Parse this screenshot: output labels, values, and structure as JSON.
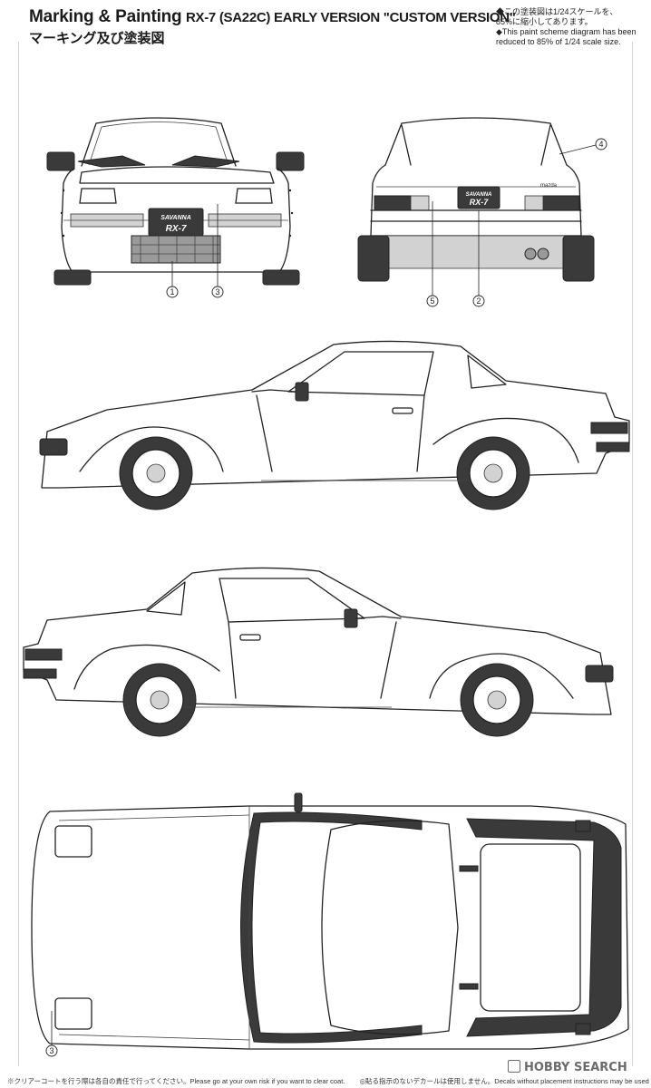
{
  "header": {
    "title_en": "Marking & Painting",
    "title_jp": "マーキング及び塗装図",
    "model_title": "RX-7 (SA22C) EARLY VERSION \"CUSTOM VERSION\""
  },
  "scale_note": {
    "jp_line1": "◆この塗装図は1/24スケールを、",
    "jp_line2": "85%に縮小してあります。",
    "en_line1": "◆This paint scheme diagram has been",
    "en_line2": "reduced to 85% of 1/24 scale size."
  },
  "plates": {
    "front_line1": "SAVANNA",
    "front_line2": "RX-7",
    "rear_line1": "SAVANNA",
    "rear_line2": "RX-7",
    "rear_badge": "mazda"
  },
  "callouts": {
    "front_1": "1",
    "front_3": "3",
    "rear_4": "4",
    "rear_5": "5",
    "rear_2": "2",
    "top_3": "3"
  },
  "footer": {
    "note1": "※クリアーコートを行う際は各自の責任で行ってください。Please go at your own risk if you want to clear coat.",
    "note2": "◎貼る指示のないデカールは使用しません。Decals without placement instructions may be used freely."
  },
  "watermark": "HOBBY SEARCH",
  "colors": {
    "line": "#222222",
    "dark_parts": "#3a3a3a",
    "grille": "#9a9a9a",
    "background": "#ffffff"
  },
  "icons": [
    "hobbysearch-logo-icon"
  ]
}
